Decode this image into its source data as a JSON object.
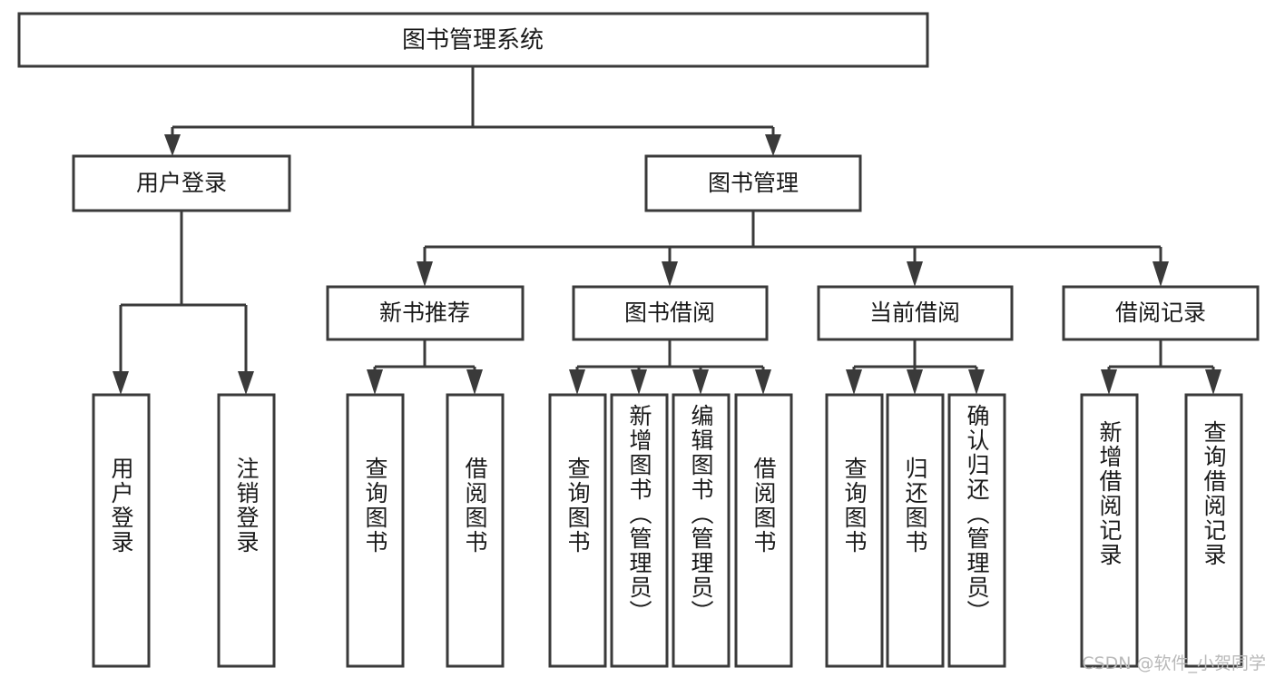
{
  "diagram": {
    "title": "图书管理系统",
    "type": "tree",
    "orientation": "top-down",
    "colors": {
      "box_stroke": "#3a3a3a",
      "box_fill": "#ffffff",
      "connector": "#3a3a3a",
      "label": "#1a1a1a",
      "background": "#ffffff",
      "watermark": "#b9b9b9"
    }
  },
  "root": {
    "label": "图书管理系统"
  },
  "level2": [
    {
      "id": "user-login",
      "label": "用户登录"
    },
    {
      "id": "book-management",
      "label": "图书管理"
    }
  ],
  "level3": [
    {
      "id": "new-book-recommend",
      "label": "新书推荐",
      "parent": "book-management"
    },
    {
      "id": "book-borrow",
      "label": "图书借阅",
      "parent": "book-management"
    },
    {
      "id": "current-borrow",
      "label": "当前借阅",
      "parent": "book-management"
    },
    {
      "id": "borrow-record",
      "label": "借阅记录",
      "parent": "book-management"
    }
  ],
  "leaves": [
    {
      "id": "leaf-user-login",
      "label": "用户登录",
      "parent": "user-login"
    },
    {
      "id": "leaf-logout-login",
      "label": "注销登录",
      "parent": "user-login"
    },
    {
      "id": "leaf-query-book-1",
      "label": "查询图书",
      "parent": "new-book-recommend"
    },
    {
      "id": "leaf-borrow-book-1",
      "label": "借阅图书",
      "parent": "new-book-recommend"
    },
    {
      "id": "leaf-query-book-2",
      "label": "查询图书",
      "parent": "book-borrow"
    },
    {
      "id": "leaf-add-book-admin",
      "label": "新增图书（管理员）",
      "parent": "book-borrow"
    },
    {
      "id": "leaf-edit-book-admin",
      "label": "编辑图书（管理员）",
      "parent": "book-borrow"
    },
    {
      "id": "leaf-borrow-book-2",
      "label": "借阅图书",
      "parent": "book-borrow"
    },
    {
      "id": "leaf-query-book-3",
      "label": "查询图书",
      "parent": "current-borrow"
    },
    {
      "id": "leaf-return-book",
      "label": "归还图书",
      "parent": "current-borrow"
    },
    {
      "id": "leaf-confirm-return-admin",
      "label": "确认归还（管理员）",
      "parent": "current-borrow"
    },
    {
      "id": "leaf-add-borrow-record",
      "label": "新增借阅记录",
      "parent": "borrow-record"
    },
    {
      "id": "leaf-query-borrow-record",
      "label": "查询借阅记录",
      "parent": "borrow-record"
    }
  ],
  "watermark": {
    "text": "CSDN @软件_小贺同学"
  }
}
